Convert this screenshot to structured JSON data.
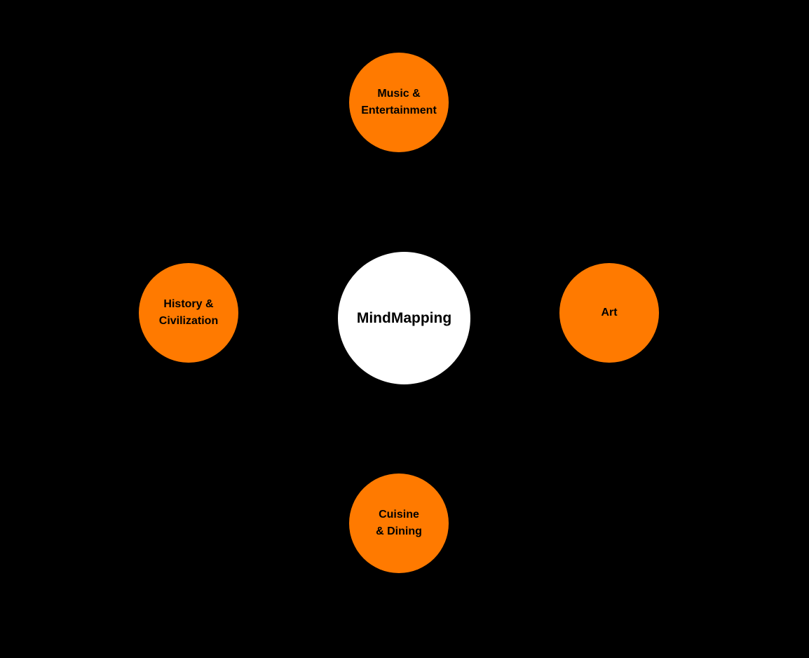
{
  "center": {
    "label": "MindMapping",
    "color": "#ffffff"
  },
  "branch_color": "#ff7a00",
  "branches": [
    {
      "id": "music",
      "lines": [
        "Music &",
        "Entertainment"
      ]
    },
    {
      "id": "history",
      "lines": [
        "History &",
        "Civilization"
      ]
    },
    {
      "id": "art",
      "lines": [
        "Art"
      ]
    },
    {
      "id": "cuisine",
      "lines": [
        "Cuisine",
        "& Dining"
      ]
    }
  ]
}
